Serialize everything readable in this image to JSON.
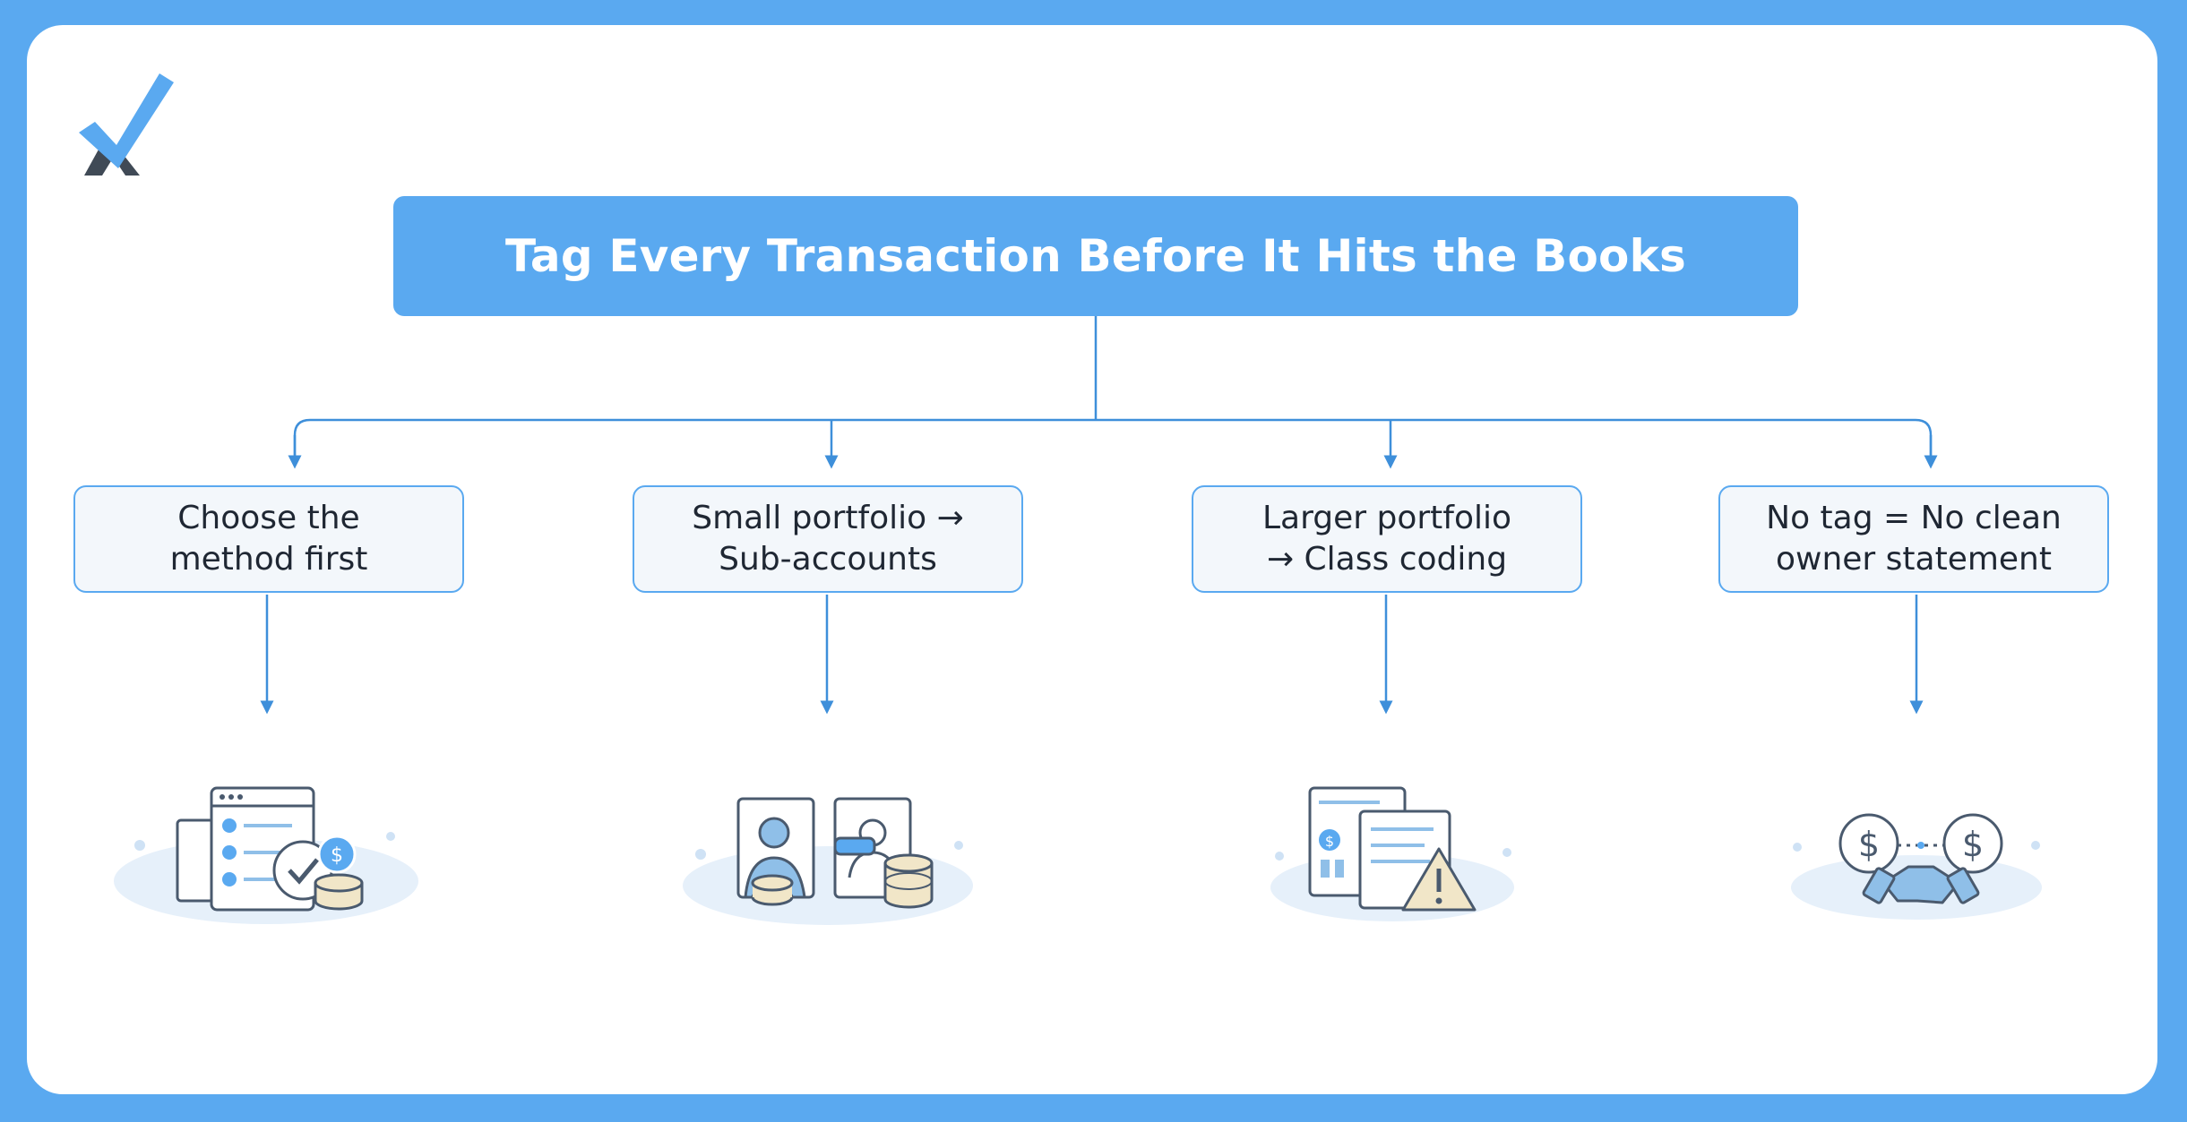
{
  "diagram": {
    "title": "Tag Every Transaction Before It Hits the Books",
    "nodes": [
      {
        "label": "Choose the\nmethod first",
        "illustration": "checklist-with-coins-icon"
      },
      {
        "label": "Small portfolio →\nSub-accounts",
        "illustration": "owner-accounts-icon"
      },
      {
        "label": "Larger portfolio\n→ Class coding",
        "illustration": "documents-warning-icon"
      },
      {
        "label": "No tag = No clean\nowner statement",
        "illustration": "handshake-dollars-icon"
      }
    ]
  },
  "colors": {
    "accent": "#5aa9f0",
    "connector": "#3e8fda",
    "node_fill": "#f3f7fb",
    "text": "#1f2733",
    "illustration_line": "#4a5a6e",
    "coin": "#f1e6c8"
  },
  "logo": "checkmark-x-logo"
}
